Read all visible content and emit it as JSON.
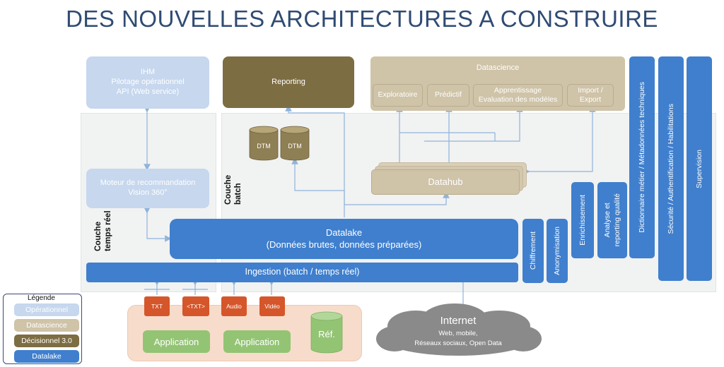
{
  "title": "DES NOUVELLES ARCHITECTURES A CONSTRUIRE",
  "colors": {
    "operationnel": "#c6d7ee",
    "datascience": "#cfc3a8",
    "decisionnel": "#7d6d43",
    "datalake": "#3f7fcd",
    "zone": "#f1f2f2",
    "source_tag": "#d5562a",
    "application": "#93c474",
    "sources_bg": "#f7dccb",
    "cloud": "#8a8a8a",
    "connector": "#8fb4dc"
  },
  "top": {
    "ihm": "IHM\nPilotage opérationnel\nAPI (Web service)",
    "reporting": "Reporting",
    "datascience": "Datascience",
    "datascience_items": [
      "Exploratoire",
      "Prédictif",
      "Apprentissage\nEvaluation des modèles",
      "Import /\nExport"
    ]
  },
  "middle": {
    "moteur": "Moteur de recommandation\nVision 360°",
    "dtm": [
      "DTM",
      "DTM"
    ],
    "couche_batch": "Couche\nbatch",
    "couche_temps_reel": "Couche\ntemps réel",
    "datahub": "Datahub",
    "datalake_line1": "Datalake",
    "datalake_line2": "(Données brutes, données préparées)",
    "ingestion": "Ingestion (batch / temps réel)"
  },
  "vertical_bars": {
    "chiffrement": "Chiffrement",
    "anonymisation": "Anonymisation",
    "enrichissement": "Enrichissement",
    "analyse": "Analyse et\nreporting qualité",
    "dictionnaire": "Dictionnaire métier / Métadonnées techniques",
    "securite": "Sécurité / Authentification / Habilitations",
    "supervision": "Supervision"
  },
  "sources": {
    "tags": [
      "TXT",
      "<TXT>",
      "Audio",
      "Vidéo"
    ],
    "applications": [
      "Application",
      "Application"
    ],
    "ref": "Réf."
  },
  "internet": {
    "title": "Internet",
    "line1": "Web, mobile,",
    "line2": "Réseaux sociaux, Open Data"
  },
  "legend": {
    "title": "Légende",
    "items": [
      "Opérationnel",
      "Datascience",
      "Décisionnel 3.0",
      "Datalake"
    ]
  }
}
